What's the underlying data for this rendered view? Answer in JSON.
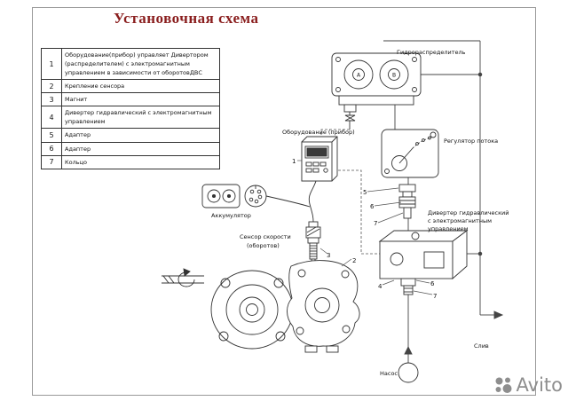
{
  "title": "Установочная схема",
  "legend_table": {
    "rows": [
      {
        "num": "1",
        "desc": "Оборудование(прибор) управляет Дивертором (распределителем) с электромагнитным управлением в зависимости от оборотовДВС"
      },
      {
        "num": "2",
        "desc": "Крепление сенсора"
      },
      {
        "num": "3",
        "desc": "Магнит"
      },
      {
        "num": "4",
        "desc": "Дивертер гидравлический с электромагнитным управлением"
      },
      {
        "num": "5",
        "desc": "Адаптер"
      },
      {
        "num": "6",
        "desc": "Адаптер"
      },
      {
        "num": "7",
        "desc": "Кольцо"
      }
    ]
  },
  "labels": {
    "distributor": "Гидрораспределитель",
    "equipment": "Оборудование (прибор)",
    "flow_regulator": "Регулятор потока",
    "accumulator": "Аккумулятор",
    "speed_sensor_line1": "Сенсор скорости",
    "speed_sensor_line2": "(оборотов)",
    "diverter_line1": "Дивертер гидравлический",
    "diverter_line2": "с электромагнитным",
    "diverter_line3": "управлением",
    "pump": "Насос",
    "drain": "Слив",
    "port_a": "A",
    "port_b": "B"
  },
  "callouts": {
    "n1": "1",
    "n2": "2",
    "n3": "3",
    "n4": "4",
    "n5": "5",
    "n6": "6",
    "n7": "7"
  },
  "watermark": {
    "text": "Avito"
  },
  "colors": {
    "title": "#8a1e1e",
    "line": "#333333",
    "watermark": "#8e8e8e"
  }
}
